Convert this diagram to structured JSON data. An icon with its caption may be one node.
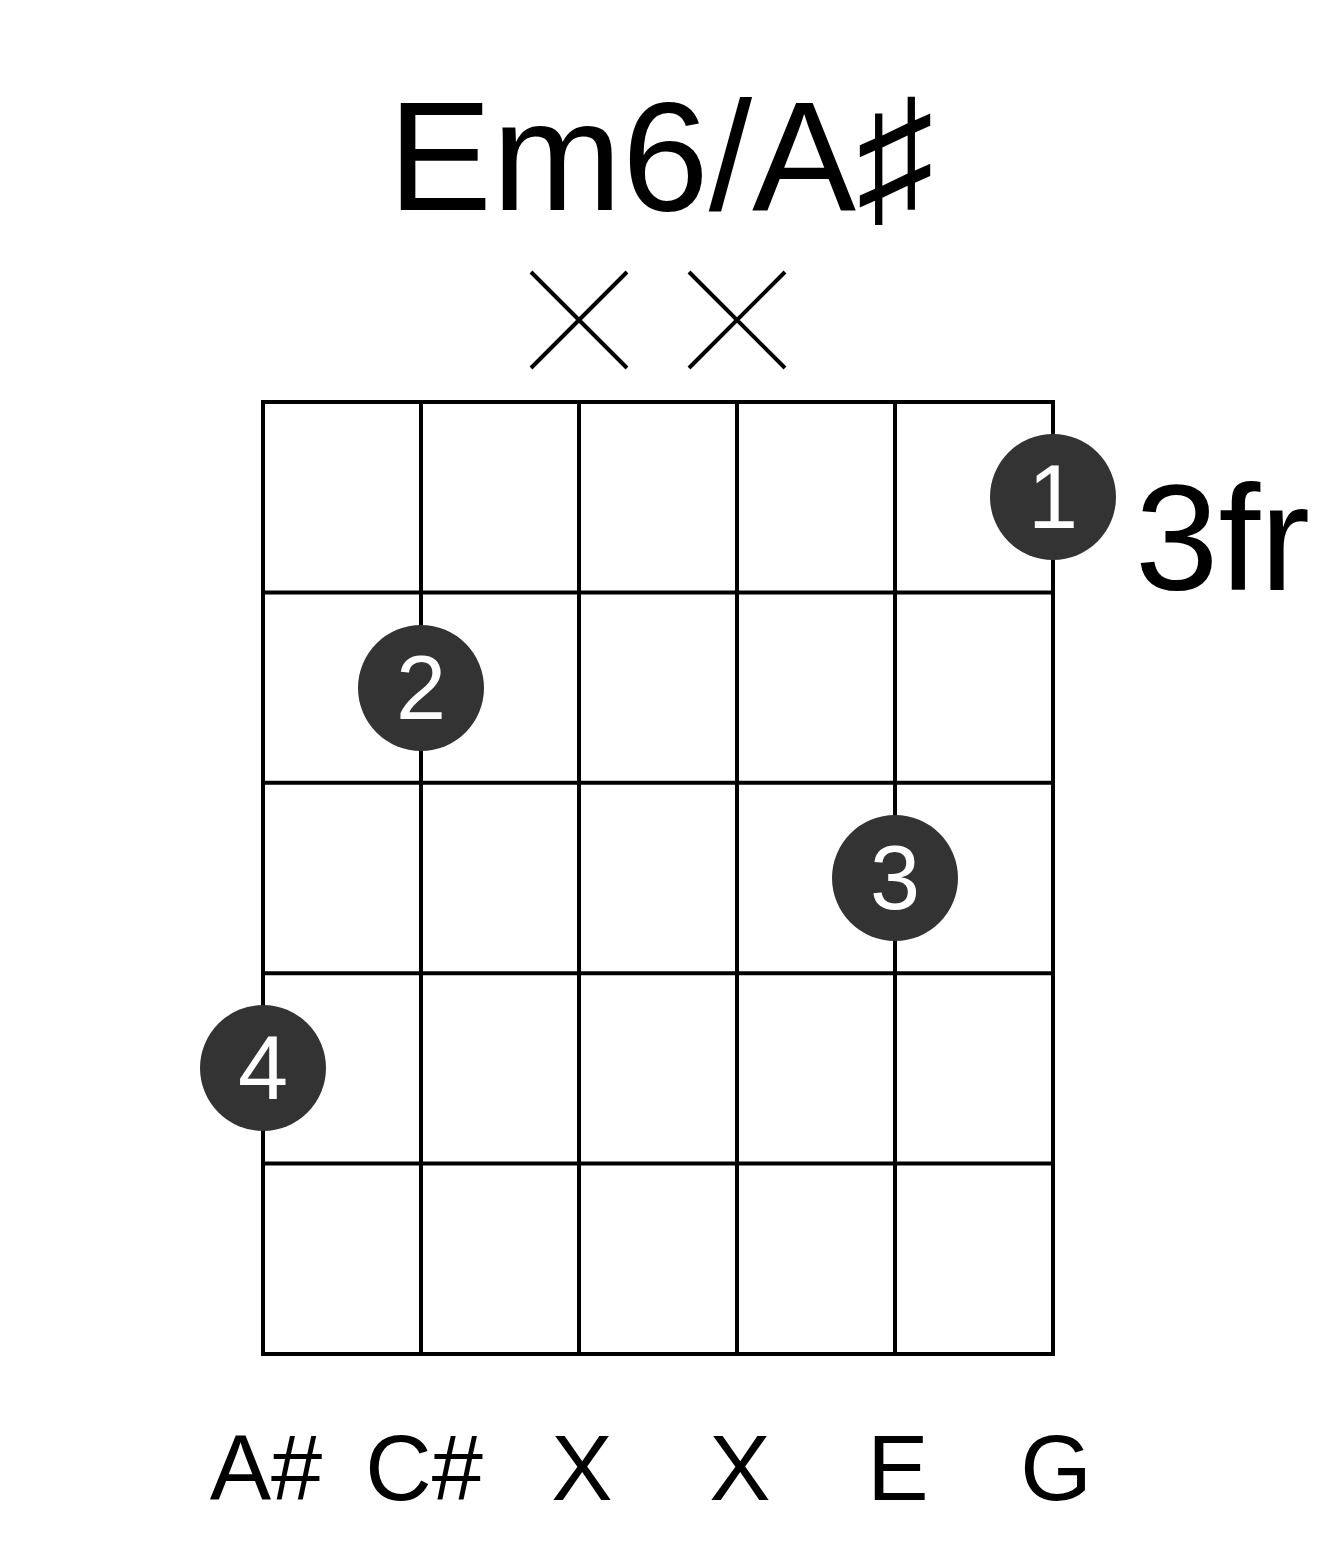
{
  "diagram": {
    "title": "Em6/A♯",
    "nodes": [
      {
        "text": [
          "1"
        ]
      },
      {
        "text": [
          "2"
        ]
      },
      {
        "text": [
          "3"
        ]
      },
      {
        "text": [
          "4"
        ]
      }
    ],
    "labels": [
      "3fr",
      "A#",
      "C#",
      "X",
      "X",
      "E",
      "G"
    ]
  }
}
